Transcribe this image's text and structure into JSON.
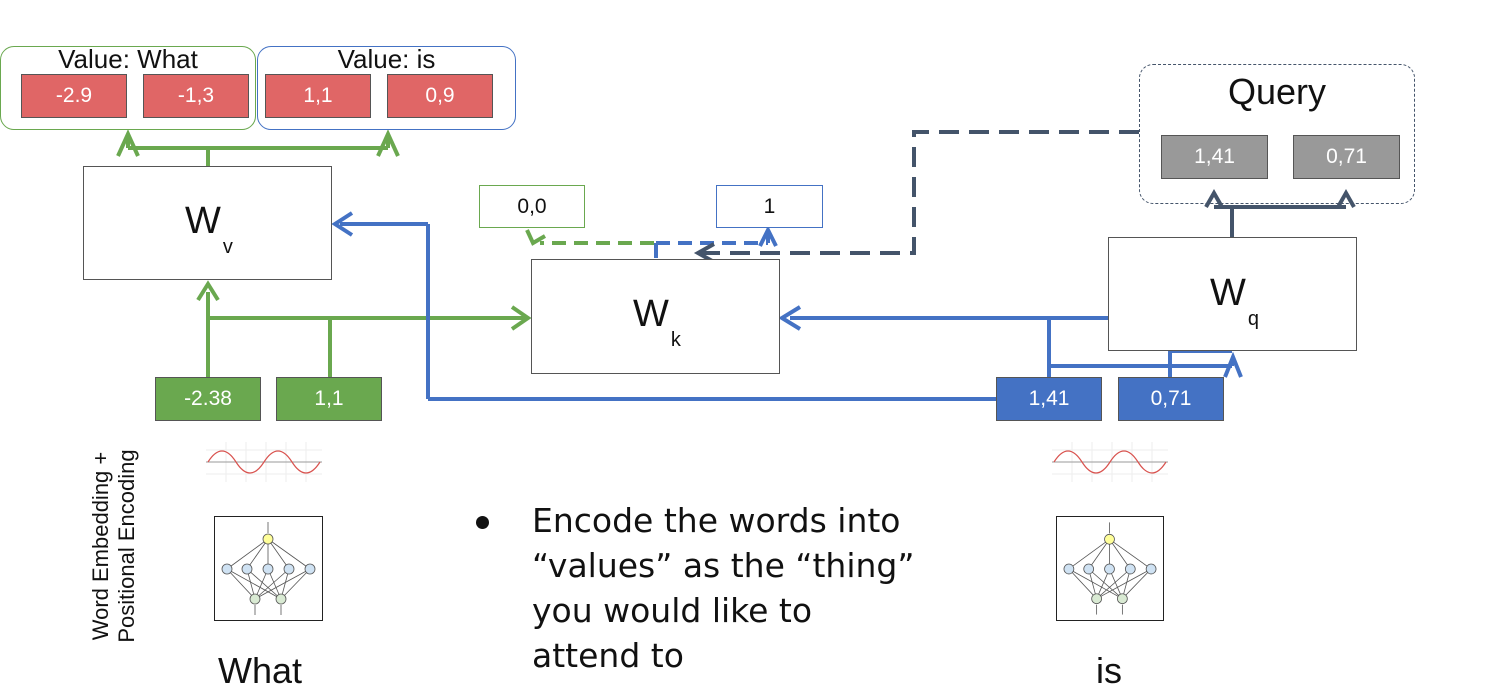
{
  "value_what": {
    "title": "Value: What",
    "values": [
      "-2.9",
      "-1,3"
    ]
  },
  "value_is": {
    "title": "Value: is",
    "values": [
      "1,1",
      "0,9"
    ]
  },
  "query": {
    "title": "Query",
    "values": [
      "1,41",
      "0,71"
    ]
  },
  "weights": {
    "wv": {
      "main": "W",
      "sub": "v"
    },
    "wk": {
      "main": "W",
      "sub": "k"
    },
    "wq": {
      "main": "W",
      "sub": "q"
    }
  },
  "key_outputs": [
    "0,0",
    "1"
  ],
  "embedding_what": [
    "-2.38",
    "1,1"
  ],
  "embedding_is": [
    "1,41",
    "0,71"
  ],
  "side_label": {
    "line1": "Word Embedding +",
    "line2": "Positional Encoding"
  },
  "bullet": {
    "lines": [
      "Encode the words into",
      "“values” as the “thing”",
      "you would like to",
      "attend to"
    ]
  },
  "words": {
    "left": "What",
    "right": "is"
  },
  "colors": {
    "green": "#6aa84f",
    "blue": "#4472c4",
    "dark": "#44546a",
    "red": "#e06666",
    "gray": "#999999"
  }
}
